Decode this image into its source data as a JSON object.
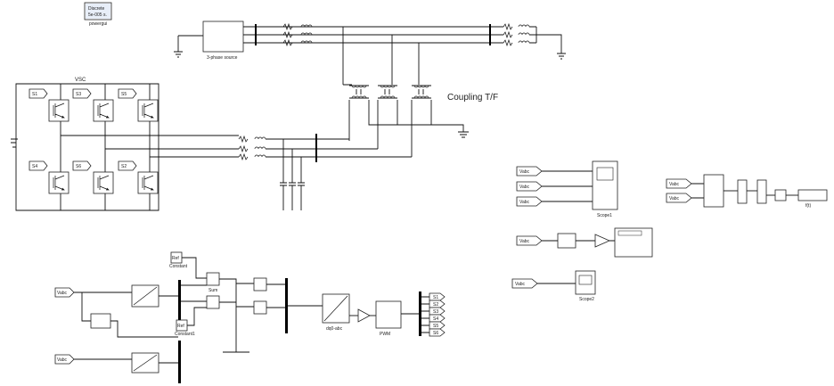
{
  "colors": {
    "wire": "#111111",
    "block_fill": "#ffffff",
    "block_stroke": "#222222",
    "background": "#ffffff"
  },
  "labels": {
    "powergui": [
      "Discrete",
      "5e-005 s."
    ],
    "powergui_caption": "powergui",
    "source_caption": "3-phase source",
    "vsc": "VSC",
    "coupling": "Coupling T/F"
  },
  "gate_tags": [
    "S1",
    "S3",
    "S5",
    "S4",
    "S6",
    "S2"
  ],
  "scope_tags": {
    "scope1": [
      "Vabc",
      "Vabc",
      "Vabc"
    ],
    "scope1_caption": "Scope1",
    "gain_chain": "Vabc",
    "pll_chain": [
      "Vabc",
      "Vabc"
    ],
    "scope2": "Vabc",
    "scope2_caption": "Scope2",
    "pll_out": "f(t)"
  },
  "control": {
    "in_tags": [
      "Vabc",
      "Vabc"
    ],
    "const_labels": [
      "Ref",
      "Ref"
    ],
    "const_captions": [
      "Constant",
      "Constant1"
    ],
    "sum_caption": "Sum",
    "pwm_caption": "PWM",
    "dq_caption": "dq0-abc",
    "out_tags": [
      "S1",
      "S2",
      "S3",
      "S4",
      "S5",
      "S6"
    ]
  }
}
